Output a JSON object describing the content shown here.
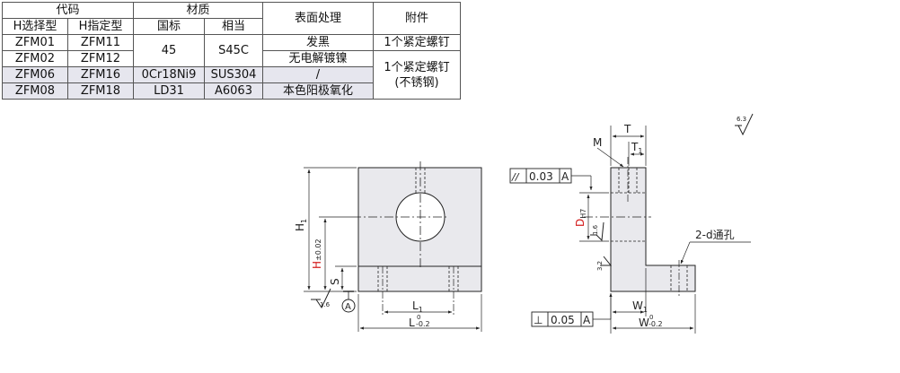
{
  "table": {
    "header": {
      "code": "代码",
      "material": "材质",
      "surface": "表面处理",
      "accessory": "附件",
      "h_select": "H选择型",
      "h_specify": "H指定型",
      "national": "国标",
      "equivalent": "相当"
    },
    "rows": [
      {
        "h_select": "ZFM01",
        "h_specify": "ZFM11"
      },
      {
        "h_select": "ZFM02",
        "h_specify": "ZFM12"
      },
      {
        "h_select": "ZFM06",
        "h_specify": "ZFM16"
      },
      {
        "h_select": "ZFM08",
        "h_specify": "ZFM18"
      }
    ],
    "materials": {
      "row12_national": "45",
      "row12_equivalent": "S45C",
      "row3_national": "0Cr18Ni9",
      "row3_equivalent": "SUS304",
      "row4_national": "LD31",
      "row4_equivalent": "A6063"
    },
    "surface": {
      "row1": "发黑",
      "row2": "无电解镀镍",
      "row3": "/",
      "row4": "本色阳极氧化"
    },
    "accessory": {
      "row1": "1个紧定螺钉",
      "row234_line1": "1个紧定螺钉",
      "row234_line2": "(不锈钢)"
    }
  },
  "drawing": {
    "roughness_top": "6.3",
    "roughness_left": "1.6",
    "roughness_side1": "1.6",
    "roughness_side2": "3.2",
    "front": {
      "h1": "H",
      "h1_sub": "1",
      "h": "H",
      "h_tol": "±0.02",
      "s": "S",
      "l1": "L",
      "l1_sub": "1",
      "l": "L",
      "l_tol_upper": "0",
      "l_tol_lower": "-0.2",
      "datum": "A"
    },
    "side": {
      "t": "T",
      "t1": "T",
      "t1_sub": "1",
      "m": "M",
      "d": "D",
      "d_sub": "H7",
      "hole_note": "2-d通孔",
      "parallel_symbol": "//",
      "parallel_value": "0.03",
      "parallel_datum": "A",
      "perp_symbol": "⊥",
      "perp_value": "0.05",
      "perp_datum": "A",
      "w1": "W",
      "w1_sub": "1",
      "w": "W",
      "w_tol_upper": "0",
      "w_tol_lower": "-0.2"
    },
    "colors": {
      "highlight": "#d42020",
      "body_fill": "#e9e9ed",
      "line": "#222222"
    }
  }
}
